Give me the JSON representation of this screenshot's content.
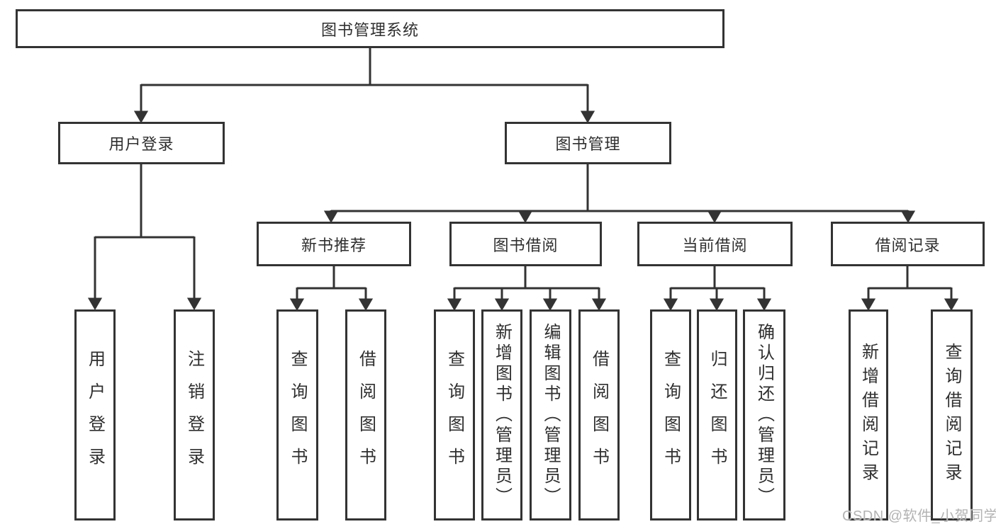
{
  "diagram": {
    "root": {
      "label": "图书管理系统"
    },
    "level2": [
      {
        "label": "用户登录"
      },
      {
        "label": "图书管理"
      }
    ],
    "level3": [
      {
        "label": "新书推荐"
      },
      {
        "label": "图书借阅"
      },
      {
        "label": "当前借阅"
      },
      {
        "label": "借阅记录"
      }
    ],
    "leaves": {
      "user_login": [
        "用户登录",
        "注销登录"
      ],
      "new_book": [
        "查询图书",
        "借阅图书"
      ],
      "book_borrow": [
        "查询图书",
        "新增图书（管理员）",
        "编辑图书（管理员）",
        "借阅图书"
      ],
      "current_borrow": [
        "查询图书",
        "归还图书",
        "确认归还（管理员）"
      ],
      "borrow_record": [
        "新增借阅记录",
        "查询借阅记录"
      ]
    }
  },
  "watermark": "CSDN @软件_小贺同学",
  "colors": {
    "line": "#333333",
    "text": "#2f2f2f",
    "watermark": "#b3b3b3",
    "background": "#ffffff"
  }
}
